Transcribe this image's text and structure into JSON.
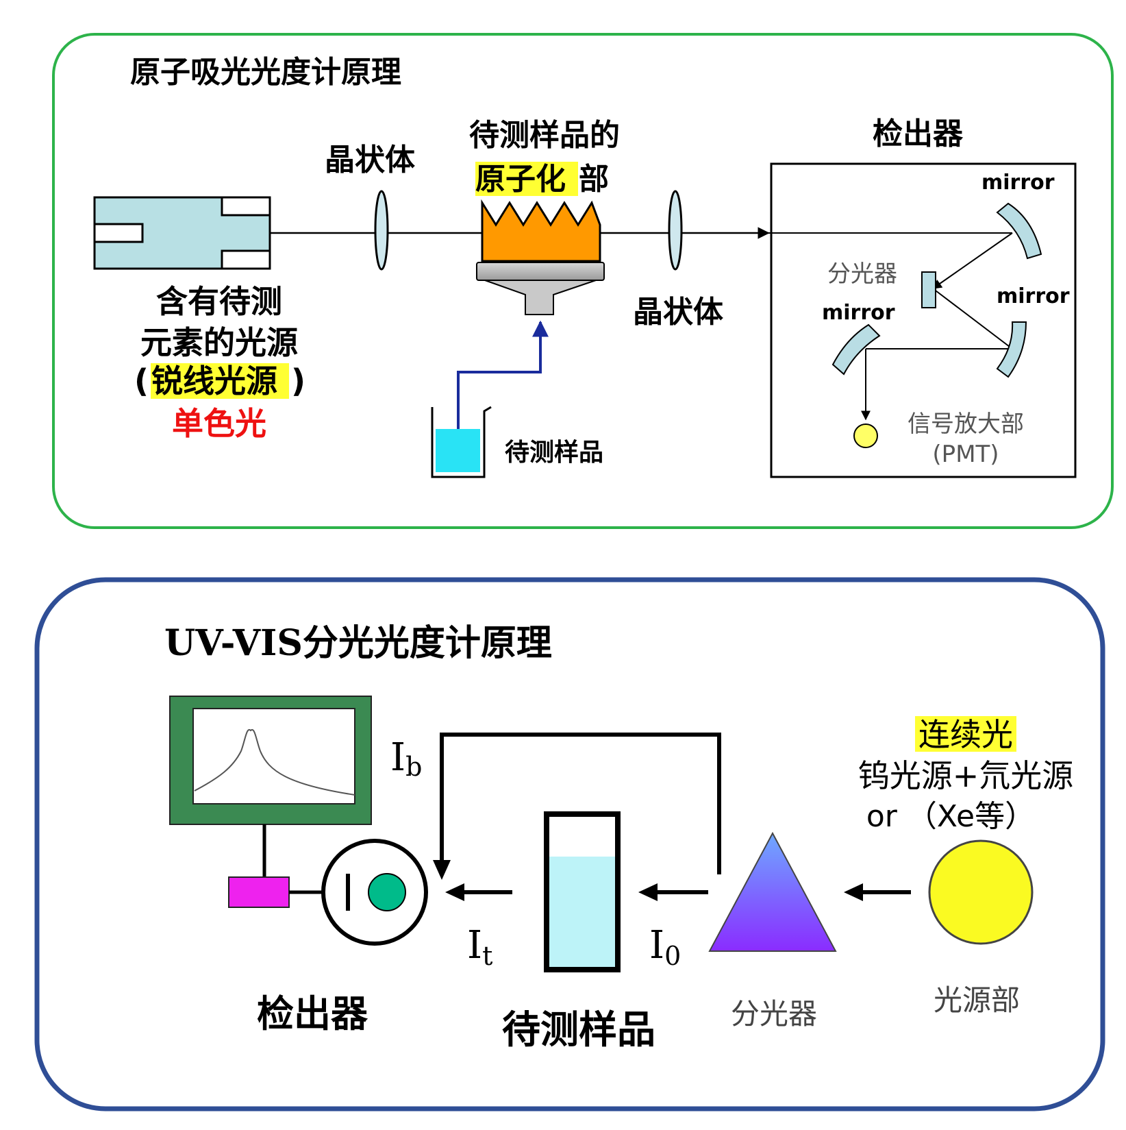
{
  "top": {
    "title": "原子吸光光度计原理",
    "lens1_label": "晶状体",
    "lens2_label": "晶状体",
    "atomizer_line1": "待测样品的",
    "atomizer_hl": "原子化",
    "atomizer_suffix": "部",
    "source_line1": "含有待测",
    "source_line2": "元素的光源",
    "source_paren_open": "(",
    "source_hl": "锐线光源",
    "source_paren_close": ")",
    "source_line4": "单色光",
    "sample_label": "待测样品",
    "detector_title": "检出器",
    "mirror_top": "mirror",
    "mirror_right": "mirror",
    "mirror_left": "mirror",
    "splitter_label": "分光器",
    "amp_line1": "信号放大部",
    "amp_line2": "(PMT)"
  },
  "bottom": {
    "title": "UV-VIS分光光度计原理",
    "ib_main": "I",
    "ib_sub": "b",
    "it_main": "I",
    "it_sub": "t",
    "i0_main": "I",
    "i0_sub": "0",
    "source_hl": "连续光",
    "source_line2": "钨光源+氘光源",
    "source_line3": "or （Xe等）",
    "detector_label": "检出器",
    "sample_label": "待测样品",
    "splitter_label": "分光器",
    "lightsource_label": "光源部"
  },
  "colors": {
    "top_border": "#2db34a",
    "bottom_border": "#2f4e96",
    "highlight": "#ffff33",
    "lamp": "#b8e0e4",
    "flame": "#ff9900",
    "liquid": "#29e3f5",
    "lens": "#cfe8ee",
    "mirror": "#b9dde4",
    "sample_pipe": "#1a2c9c",
    "monitor": "#3b8a52",
    "amplifier": "#ee22ee",
    "detector_dot": "#00bb8a",
    "cuvette_liquid": "#bdf3f8",
    "lamp_circle": "#fafa22",
    "red_text": "#ee1111"
  }
}
